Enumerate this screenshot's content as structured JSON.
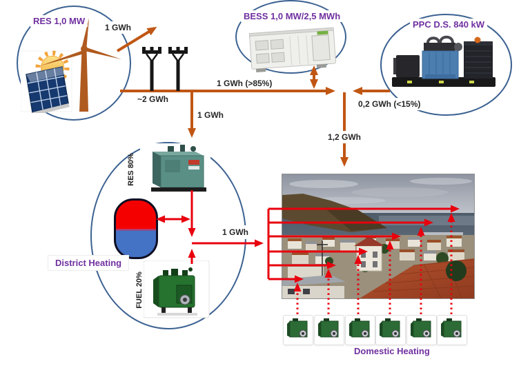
{
  "diagram": {
    "title_hint": "Island hybrid energy system schematic",
    "nodes": {
      "res": {
        "label": "RES 1,0 MW"
      },
      "bess": {
        "label": "BESS 1,0 MW/2,5 MWh"
      },
      "ppc": {
        "label": "PPC D.S. 840 kW"
      },
      "district_heating": {
        "label": "District Heating",
        "res_share": "RES 80%",
        "fuel_share": "FUEL 20%"
      },
      "domestic_heating": {
        "label": "Domestic Heating",
        "unit_count": 6
      }
    },
    "flows": {
      "res_curtailment": "1 GWh",
      "res_production": "~2 GWh",
      "res_to_demand": "1 GWh (>85%)",
      "ppc_to_demand": "0,2 GWh (<15%)",
      "electricity_to_village": "1,2 GWh",
      "electricity_to_district_heating": "1 GWh",
      "district_heat_to_village": "1 GWh"
    },
    "colors": {
      "electricity_line": "#C05613",
      "heat_line": "#E8000D",
      "node_label": "#7030A0",
      "ellipse_border": "#3B6191",
      "storage_hot": "#F50000",
      "storage_cold": "#4472C4"
    }
  }
}
